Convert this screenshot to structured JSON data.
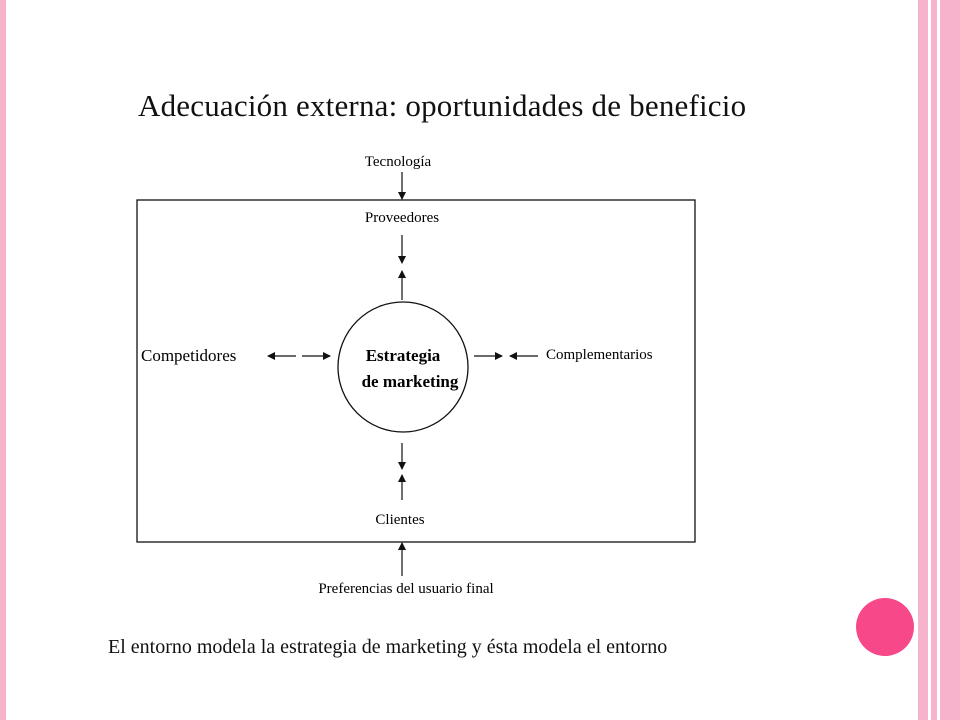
{
  "slide": {
    "title": "Adecuación externa: oportunidades de beneficio",
    "caption": "El entorno modela la estrategia de marketing y ésta modela el entorno"
  },
  "diagram": {
    "center": {
      "line1": "Estrategia",
      "line2": "de marketing"
    },
    "nodes": {
      "top_external": "Tecnología",
      "top": "Proveedores",
      "left": "Competidores",
      "right": "Complementarios",
      "bottom": "Clientes",
      "bottom_external": "Preferencias del usuario final"
    }
  },
  "colors": {
    "frame_pink": "#f6b3cb",
    "frame_pink_light": "#fbd3e1",
    "accent_dot": "#f7488a",
    "ink": "#111111"
  }
}
